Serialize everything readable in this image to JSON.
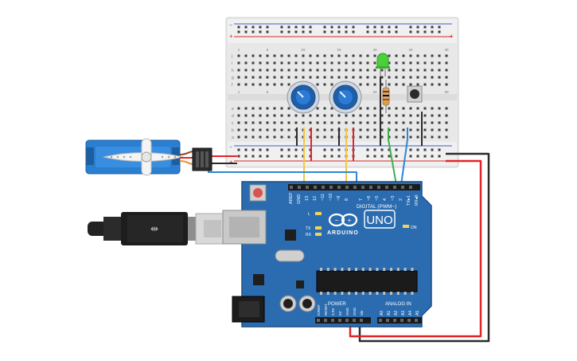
{
  "colors": {
    "board": "#2b6cb0",
    "board_edge": "#1e4f86",
    "breadboard": "#e9e9e9",
    "rail_red": "#d62828",
    "rail_blue": "#3b5fc4",
    "wire_red": "#e0252a",
    "wire_black": "#2b2b2b",
    "wire_yellow": "#f2c744",
    "wire_green": "#3fae4a",
    "wire_blue": "#2f86d6",
    "servo": "#2a7fd0",
    "led": "#4ccf3c",
    "resistor": "#d7a86a"
  },
  "breadboard": {
    "rail_plus": "+",
    "rail_minus": "−",
    "row_letters_top": [
      "j",
      "i",
      "h",
      "g",
      "f"
    ],
    "row_letters_bottom": [
      "e",
      "d",
      "c",
      "b",
      "a"
    ],
    "column_numbers": [
      "1",
      "",
      "",
      "",
      "5",
      "",
      "",
      "",
      "",
      "10",
      "",
      "",
      "",
      "",
      "15",
      "",
      "",
      "",
      "",
      "20",
      "",
      "",
      "",
      "",
      "25",
      "",
      "",
      "",
      "",
      "30"
    ]
  },
  "components": {
    "potentiometers": [
      "potentiometer-1",
      "potentiometer-2"
    ],
    "led": "green-led",
    "resistor": "resistor",
    "button": "pushbutton",
    "servo": "micro-servo",
    "usb": "usb-cable"
  },
  "arduino": {
    "logo": "ARDUINO",
    "model": "UNO",
    "digital_label": "DIGITAL (PWM~)",
    "analog_label": "ANALOG IN",
    "power_label": "POWER",
    "on_label": "ON",
    "l_label": "L",
    "tx_label": "TX",
    "rx_label": "RX",
    "aref": "AREF",
    "gnd": "GND",
    "digital_pins": [
      "13",
      "12",
      "~11",
      "~10",
      "~9",
      "8",
      "7",
      "~6",
      "~5",
      "4",
      "~3",
      "2",
      "TX▸1",
      "RX◂0"
    ],
    "power_pins": [
      "IOREF",
      "RESET",
      "3.3V",
      "5V",
      "GND",
      "GND",
      "Vin"
    ],
    "analog_pins": [
      "A0",
      "A1",
      "A2",
      "A3",
      "A4",
      "A5"
    ]
  }
}
